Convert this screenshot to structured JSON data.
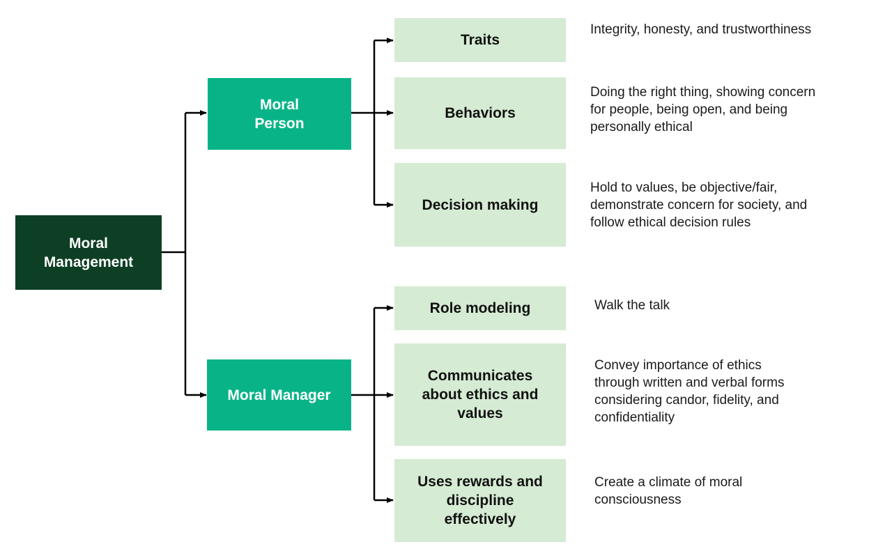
{
  "colors": {
    "root_fill": "#0d3f24",
    "branch_fill": "#08b487",
    "leaf_fill": "#d5ebd3",
    "connector": "#000000"
  },
  "root": {
    "label": "Moral\nManagement"
  },
  "branches": [
    {
      "label": "Moral\nPerson",
      "items": [
        {
          "label": "Traits",
          "description": "Integrity, honesty, and trustworthiness"
        },
        {
          "label": "Behaviors",
          "description": "Doing the right thing, showing concern\nfor people, being open, and being\npersonally ethical"
        },
        {
          "label": "Decision making",
          "description": "Hold to values, be objective/fair,\ndemonstrate concern for society, and\nfollow ethical decision rules"
        }
      ]
    },
    {
      "label": "Moral Manager",
      "items": [
        {
          "label": "Role modeling",
          "description": "Walk the talk"
        },
        {
          "label": "Communicates\nabout ethics and\nvalues",
          "description": "Convey importance of ethics\nthrough written and verbal forms\nconsidering candor, fidelity, and\nconfidentiality"
        },
        {
          "label": "Uses rewards and\ndiscipline\neffectively",
          "description": "Create a climate of moral\nconsciousness"
        }
      ]
    }
  ]
}
